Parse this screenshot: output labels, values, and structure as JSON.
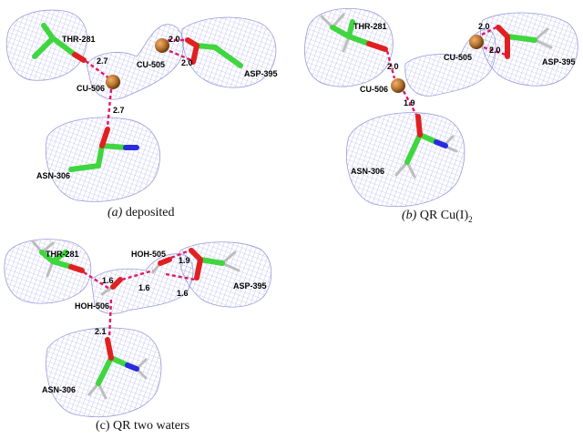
{
  "panels": [
    {
      "caption_letter": "(a)",
      "caption_text": "deposited",
      "labels": {
        "thr": "THR-281",
        "cu505": "CU-505",
        "asp": "ASP-395",
        "cu506": "CU-506",
        "asn": "ASN-306"
      },
      "distances": [
        "2.7",
        "2.0",
        "2.0",
        "2.7"
      ]
    },
    {
      "caption_letter": "(b)",
      "caption_text": "QR Cu(I)",
      "caption_sub": "2",
      "labels": {
        "thr": "THR-281",
        "cu505": "CU-505",
        "asp": "ASP-395",
        "cu506": "CU-506",
        "asn": "ASN-306"
      },
      "distances": [
        "2.0",
        "2.0",
        "2.0",
        "1.9"
      ]
    },
    {
      "caption_letter": "(c)",
      "caption_text": "QR two waters",
      "labels": {
        "thr": "THR-281",
        "hoh505": "HOH-505",
        "asp": "ASP-395",
        "hoh506": "HOH-506",
        "asn": "ASN-306"
      },
      "distances": [
        "1.6",
        "1.6",
        "1.9",
        "1.6",
        "2.1"
      ]
    }
  ],
  "colors": {
    "carbon": "#3fd63f",
    "oxygen": "#e02020",
    "nitrogen": "#2a2ae0",
    "hydrogen": "#bdbdbd",
    "copper": "#b8732e",
    "hbond": "#e01866",
    "mesh": "#8a8ad8"
  }
}
